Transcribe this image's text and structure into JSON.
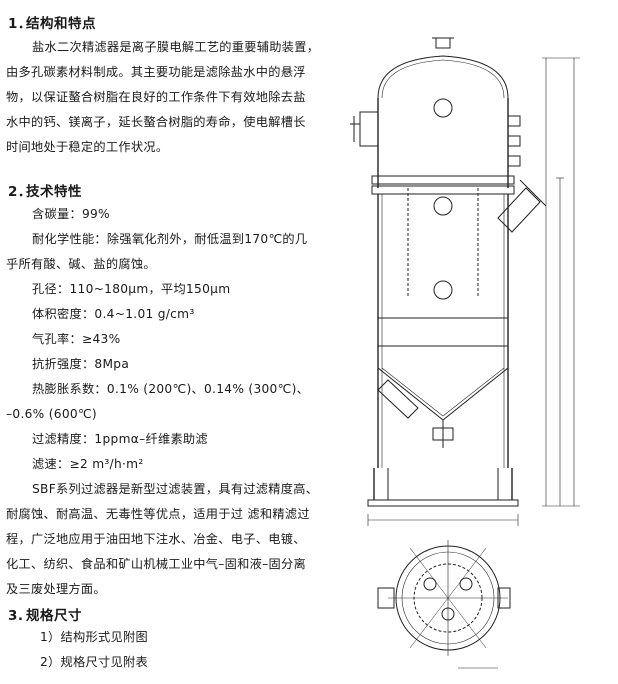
{
  "sections": {
    "s1": {
      "num": "1．",
      "title": "结构和特点",
      "lines": [
        "盐水二次精滤器是离子膜电解工艺的重要辅助装置，",
        "由多孔碳素材料制成。其主要功能是滤除盐水中的悬浮",
        "物，以保证螯合树脂在良好的工作条件下有效地除去盐",
        "水中的钙、镁离子，延长螯合树脂的寿命，使电解槽长",
        "时间地处于稳定的工作状况。"
      ]
    },
    "s2": {
      "num": "2．",
      "title": "技术特性",
      "lines": [
        "含碳量：99%",
        "耐化学性能：除强氧化剂外，耐低温到170℃的几",
        "乎所有酸、碱、盐的腐蚀。",
        "孔径：110~180μm，平均150μm",
        "体积密度：0.4~1.01 g/cm³",
        "气孔率：≥43%",
        "抗折强度：8Mpa",
        "热膨胀系数：0.1% (200℃)、0.14% (300℃)、",
        "–0.6% (600℃)",
        "过滤精度：1ppmα–纤维素助滤",
        "滤速：≥2 m³/h·m²",
        "SBF系列过滤器是新型过滤装置，具有过滤精度高、",
        "耐腐蚀、耐高温、无毒性等优点，适用于过 滤和精滤过",
        "程，广泛地应用于油田地下注水、冶金、电子、电镀、",
        "化工、纺织、食品和矿山机械工业中气–固和液–固分离",
        "及三废处理方面。"
      ]
    },
    "s3": {
      "num": "3.",
      "title": "规格尺寸",
      "lines": [
        "1）结构形式见附图",
        "2）规格尺寸见附表"
      ]
    }
  },
  "figure_icon": "filter-vessel-technical-drawing"
}
